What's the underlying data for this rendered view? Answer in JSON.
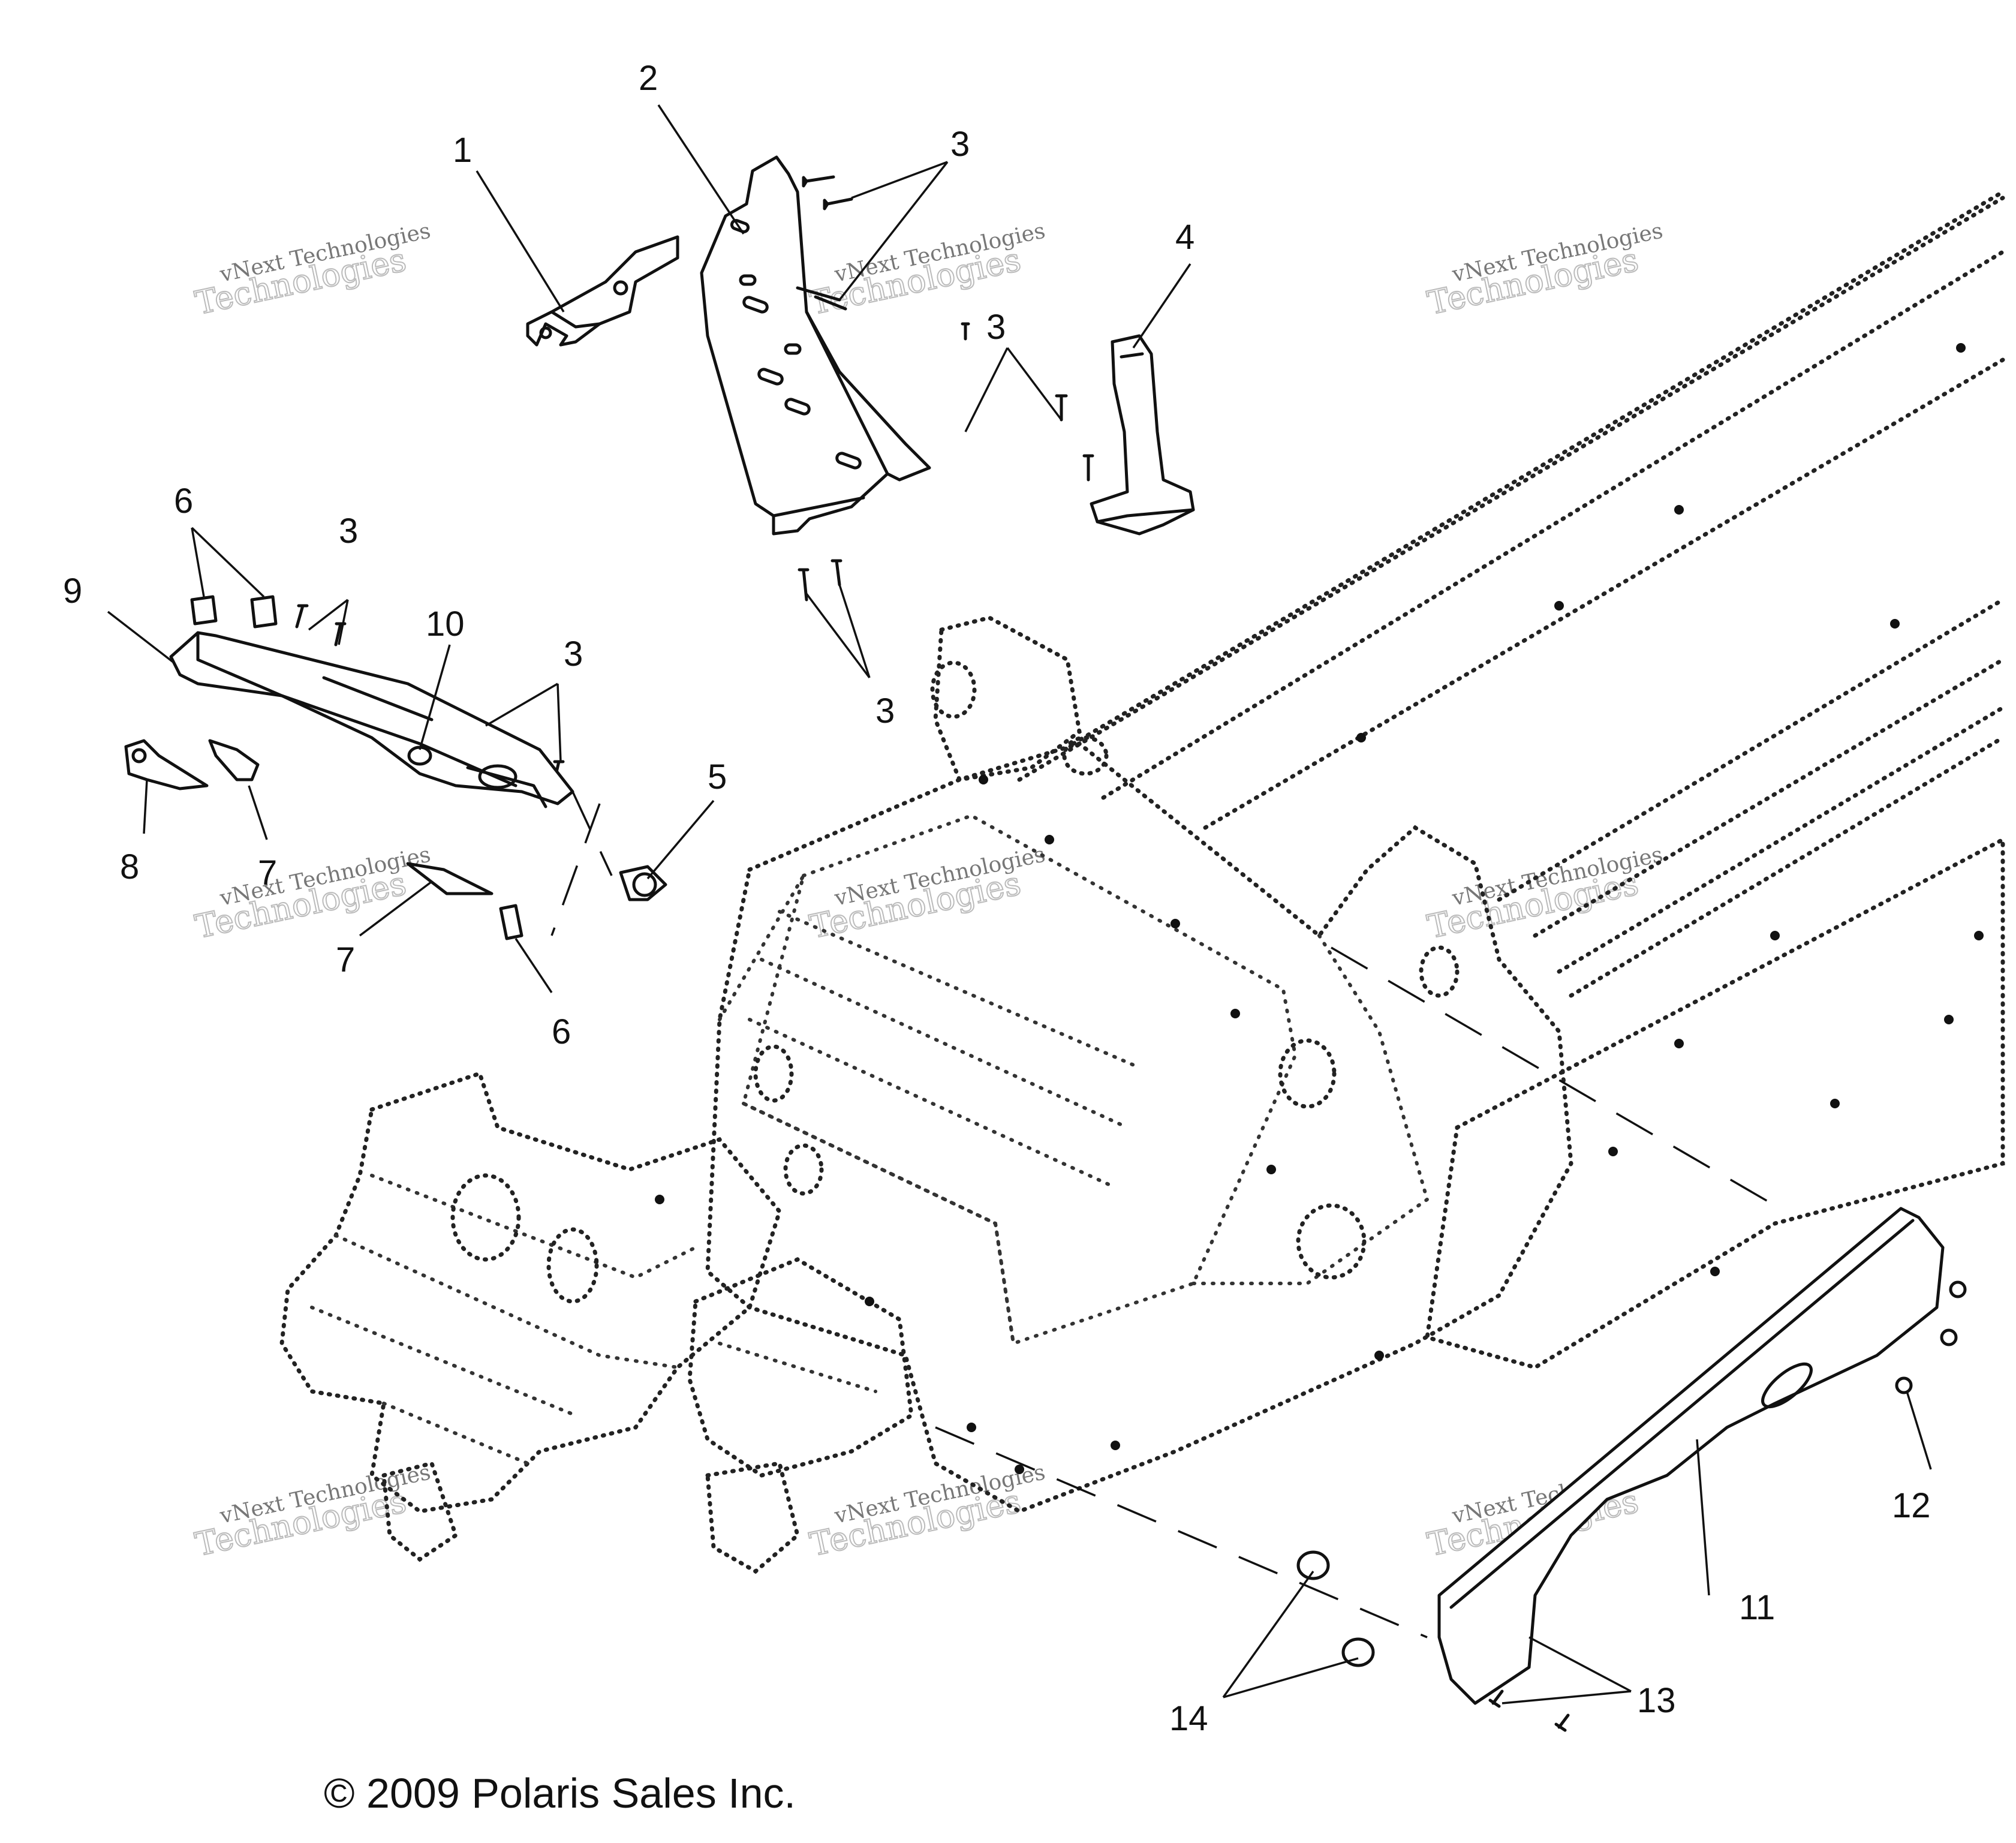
{
  "callouts": {
    "c1": "1",
    "c2": "2",
    "c3a": "3",
    "c3b": "3",
    "c3c": "3",
    "c3d": "3",
    "c3e": "3",
    "c4": "4",
    "c5": "5",
    "c6a": "6",
    "c6b": "6",
    "c7a": "7",
    "c7b": "7",
    "c8": "8",
    "c9": "9",
    "c10": "10",
    "c11": "11",
    "c12": "12",
    "c13": "13",
    "c14": "14"
  },
  "watermark": {
    "line1": "vNext Technologies",
    "line2": "Technologies"
  },
  "copyright": "© 2009 Polaris Sales Inc."
}
